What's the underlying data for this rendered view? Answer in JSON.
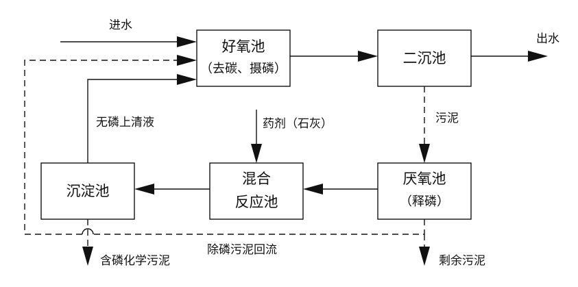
{
  "nodes": {
    "aerobic_tank": {
      "line1": "好氧池",
      "line2": "（去碳、摄磷）"
    },
    "secondary_clarifier": {
      "line1": "二沉池"
    },
    "anaerobic_tank": {
      "line1": "厌氧池",
      "line2": "（释磷）"
    },
    "mixing_reactor": {
      "line1": "混合",
      "line2": "反应池"
    },
    "settling_tank": {
      "line1": "沉淀池"
    }
  },
  "flows": {
    "inflow": "进水",
    "outflow": "出水",
    "sludge": "污泥",
    "chemical": "药剂（石灰）",
    "supernatant": "无磷上清液",
    "return_sludge": "除磷污泥回流",
    "phosphorus_sludge": "含磷化学污泥",
    "excess_sludge": "剩余污泥"
  }
}
